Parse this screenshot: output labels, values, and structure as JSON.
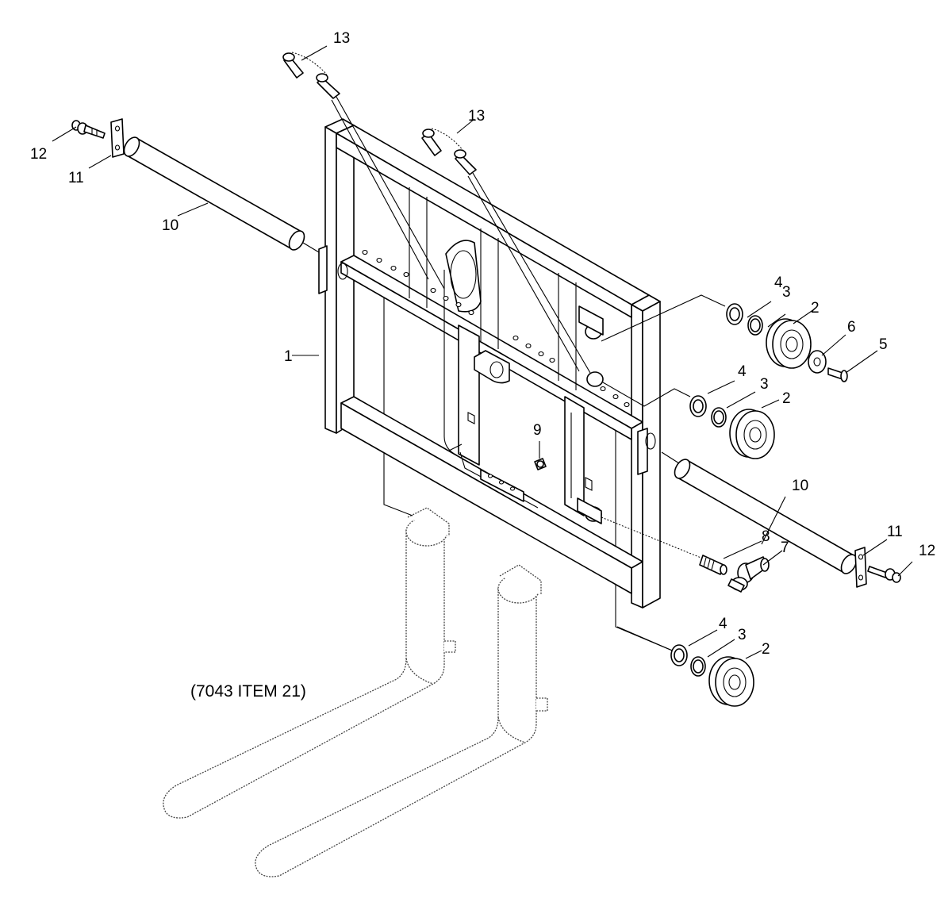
{
  "reference_note": "(7043 ITEM 21)",
  "callouts": {
    "c1": "1",
    "c2a": "2",
    "c2b": "2",
    "c2c": "2",
    "c3a": "3",
    "c3b": "3",
    "c3c": "3",
    "c4a": "4",
    "c4b": "4",
    "c4c": "4",
    "c5": "5",
    "c6": "6",
    "c7": "7",
    "c8": "8",
    "c9": "9",
    "c10a": "10",
    "c10b": "10",
    "c11a": "11",
    "c11b": "11",
    "c12a": "12",
    "c12b": "12",
    "c13a": "13",
    "c13b": "13"
  }
}
